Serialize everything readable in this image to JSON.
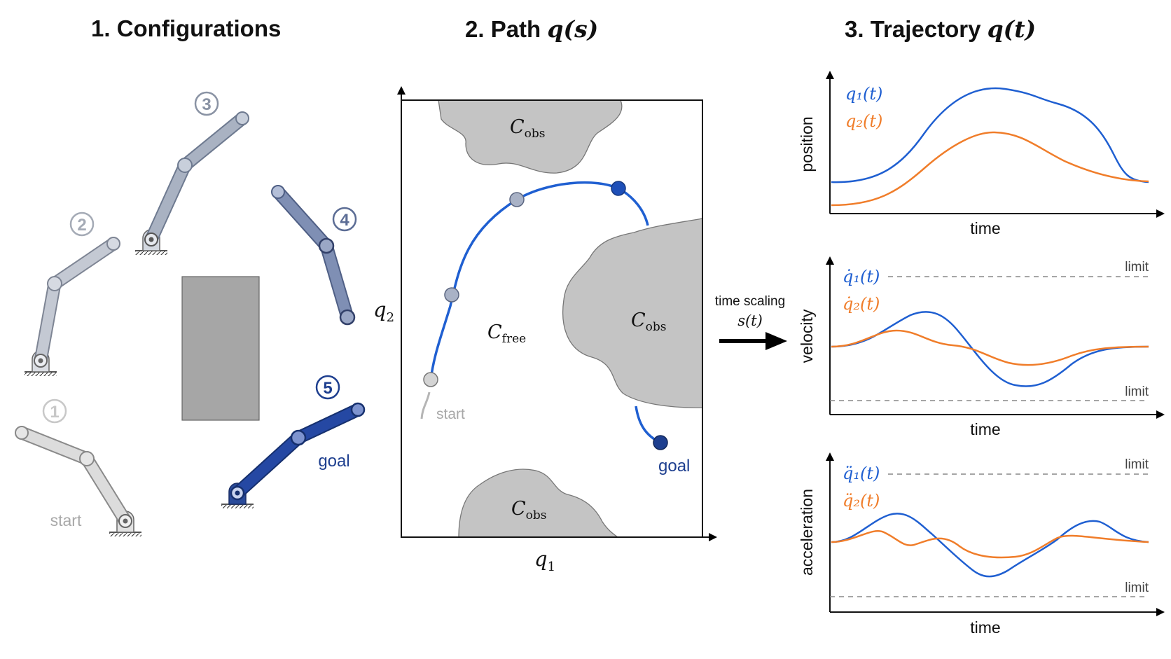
{
  "headings": {
    "configurations": "1. Configurations",
    "path_prefix": "2. Path ",
    "path_math": "q(s)",
    "trajectory_prefix": "3. Trajectory ",
    "trajectory_math": "q(t)"
  },
  "configurations": {
    "labels": {
      "n1": "1",
      "n2": "2",
      "n3": "3",
      "n4": "4",
      "n5": "5"
    },
    "start_label": "start",
    "goal_label": "goal"
  },
  "cspace": {
    "x_axis_var": "q",
    "x_axis_sub": "1",
    "y_axis_var": "q",
    "y_axis_sub": "2",
    "obs_var": "C",
    "obs_sub": "obs",
    "free_var": "C",
    "free_sub": "free",
    "start_label": "start",
    "goal_label": "goal"
  },
  "time_scaling": {
    "label": "time scaling",
    "math": "s(t)"
  },
  "plots": {
    "position": {
      "ylabel": "position",
      "xlabel": "time",
      "legend_q1": "q₁(t)",
      "legend_q2": "q₂(t)"
    },
    "velocity": {
      "ylabel": "velocity",
      "xlabel": "time",
      "legend_q1": "q̇₁(t)",
      "legend_q2": "q̇₂(t)",
      "limit_upper": "limit",
      "limit_lower": "limit"
    },
    "acceleration": {
      "ylabel": "acceleration",
      "xlabel": "time",
      "legend_q1": "q̈₁(t)",
      "legend_q2": "q̈₂(t)",
      "limit_upper": "limit",
      "limit_lower": "limit"
    }
  },
  "colors": {
    "q1": "#1f5fd1",
    "q2": "#f07d2a",
    "goal": "#1e3f8f",
    "obstacle": "#c4c4c4",
    "start_gray": "#a8a8a8"
  }
}
